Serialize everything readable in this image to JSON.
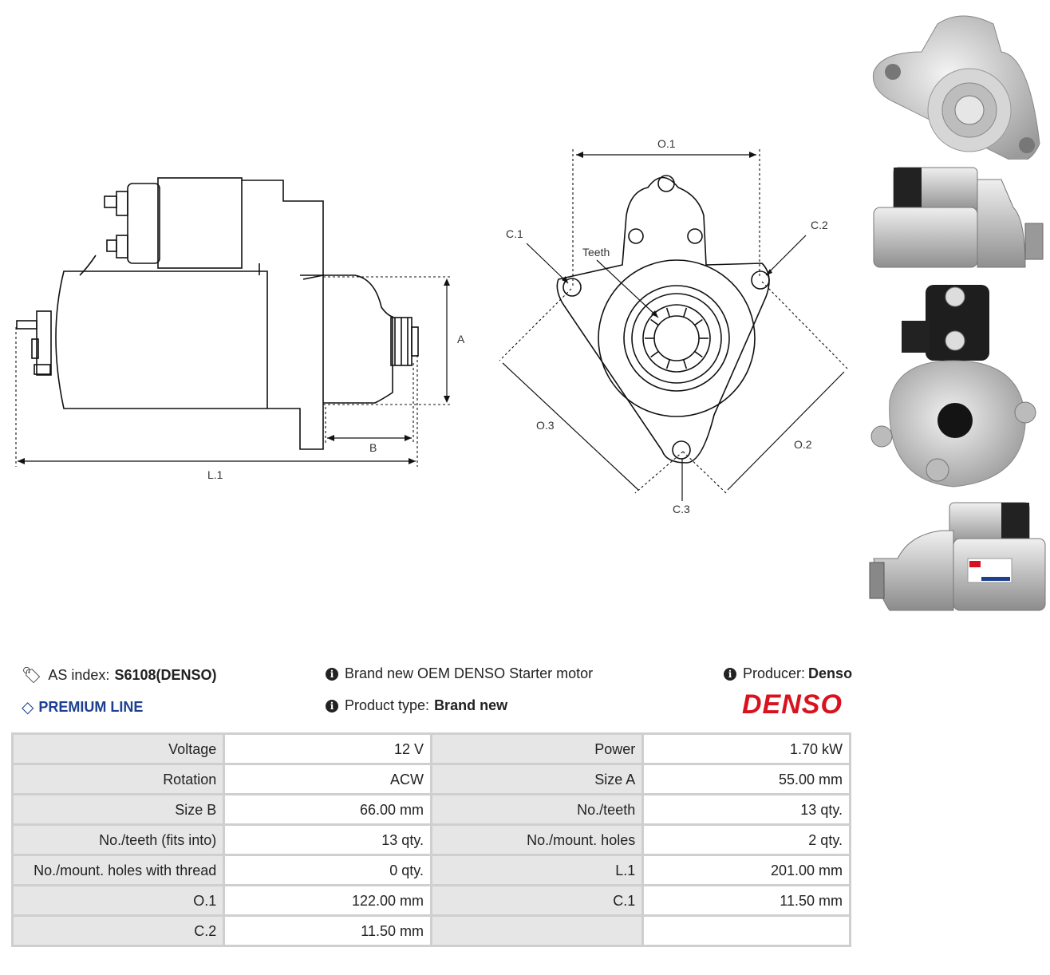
{
  "drawing": {
    "side_labels": {
      "a": "A",
      "b": "B",
      "l1": "L.1"
    },
    "front_labels": {
      "o1": "O.1",
      "o2": "O.2",
      "o3": "O.3",
      "c1": "C.1",
      "c2": "C.2",
      "c3": "C.3",
      "teeth": "Teeth"
    }
  },
  "photos": [
    {
      "icon": "starter-front-photo"
    },
    {
      "icon": "starter-side-photo"
    },
    {
      "icon": "starter-rear-photo"
    },
    {
      "icon": "starter-label-photo"
    }
  ],
  "info": {
    "as_index_label": "AS index:",
    "as_index_value": "S6108(DENSO)",
    "premium_line": "PREMIUM LINE",
    "description": "Brand new OEM DENSO Starter motor",
    "product_type_label": "Product type:",
    "product_type_value": "Brand new",
    "producer_label": "Producer:",
    "producer_value": "Denso",
    "brand_logo": "DENSO",
    "colors": {
      "premium": "#1c3f8f",
      "brand": "#d9121f"
    }
  },
  "specs": [
    [
      {
        "label": "Voltage",
        "value": "12 V"
      },
      {
        "label": "Power",
        "value": "1.70 kW"
      }
    ],
    [
      {
        "label": "Rotation",
        "value": "ACW"
      },
      {
        "label": "Size A",
        "value": "55.00 mm"
      }
    ],
    [
      {
        "label": "Size B",
        "value": "66.00 mm"
      },
      {
        "label": "No./teeth",
        "value": "13 qty."
      }
    ],
    [
      {
        "label": "No./teeth (fits into)",
        "value": "13 qty."
      },
      {
        "label": "No./mount. holes",
        "value": "2 qty."
      }
    ],
    [
      {
        "label": "No./mount. holes with thread",
        "value": "0 qty."
      },
      {
        "label": "L.1",
        "value": "201.00 mm"
      }
    ],
    [
      {
        "label": "O.1",
        "value": "122.00 mm"
      },
      {
        "label": "C.1",
        "value": "11.50 mm"
      }
    ],
    [
      {
        "label": "C.2",
        "value": "11.50 mm"
      },
      {
        "label": "",
        "value": ""
      }
    ]
  ]
}
